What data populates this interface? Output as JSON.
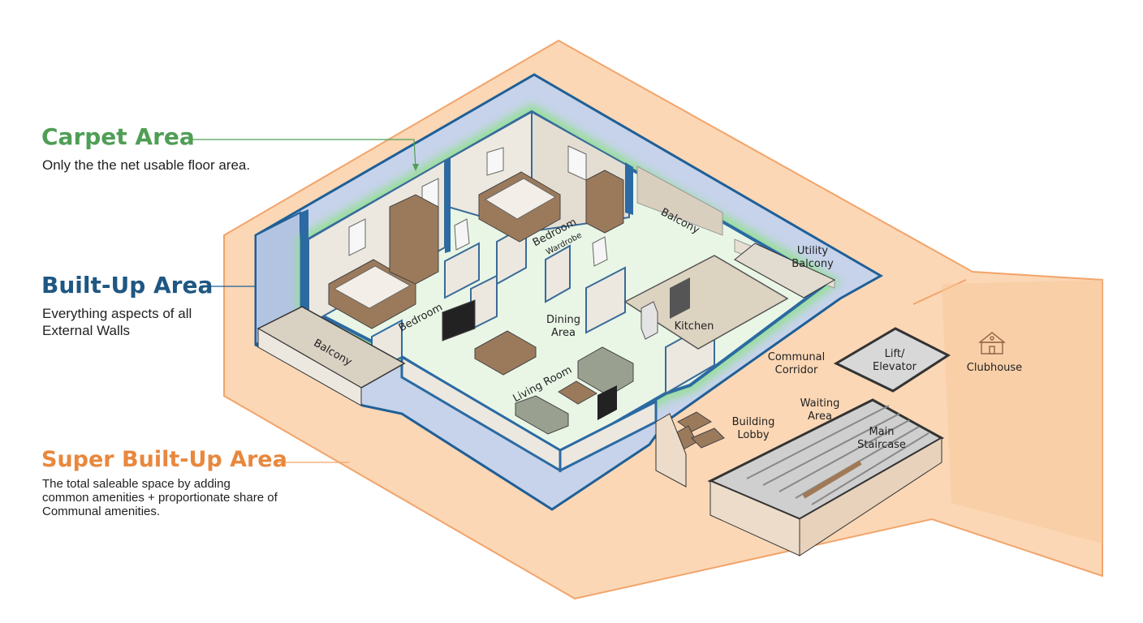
{
  "legend": {
    "carpet": {
      "title": "Carpet Area",
      "desc": "Only the the net usable floor area.",
      "color": "#4f9e56"
    },
    "built_up": {
      "title": "Built-Up Area",
      "desc": "Everything aspects of all External Walls",
      "color": "#1f5782"
    },
    "super_built_up": {
      "title": "Super Built-Up Area",
      "desc": "The total saleable space by adding common amenities + proportionate share of Communal amenities.",
      "color": "#e8883e"
    }
  },
  "rooms": {
    "bedroom_main": "Bedroom",
    "wardrobe": "Wardrobe",
    "bedroom_left": "Bedroom",
    "balcony_top": "Balcony",
    "utility_balcony": [
      "Utility",
      "Balcony"
    ],
    "dining_area": [
      "Dining",
      "Area"
    ],
    "kitchen": "Kitchen",
    "balcony_left": "Balcony",
    "living_room": "Living Room"
  },
  "common": {
    "communal_corridor": [
      "Communal",
      "Corridor"
    ],
    "lift_elevator": [
      "Lift/",
      "Elevator"
    ],
    "clubhouse": "Clubhouse",
    "waiting_area": [
      "Waiting",
      "Area"
    ],
    "building_lobby": [
      "Building",
      "Lobby"
    ],
    "main_staircase": [
      "Main",
      "Staircase"
    ]
  },
  "icons": {
    "clubhouse": "clubhouse-icon"
  },
  "colors": {
    "super_fill": "#fbd7b5",
    "super_edge": "#f2a46a",
    "built_fill": "#c6d3ea",
    "built_edge": "#1f5f97",
    "carpet_fill": "#e9f6e6",
    "carpet_glow": "#8fe08a",
    "wall": "#ece8df",
    "furniture_wood": "#9b7a5c"
  }
}
